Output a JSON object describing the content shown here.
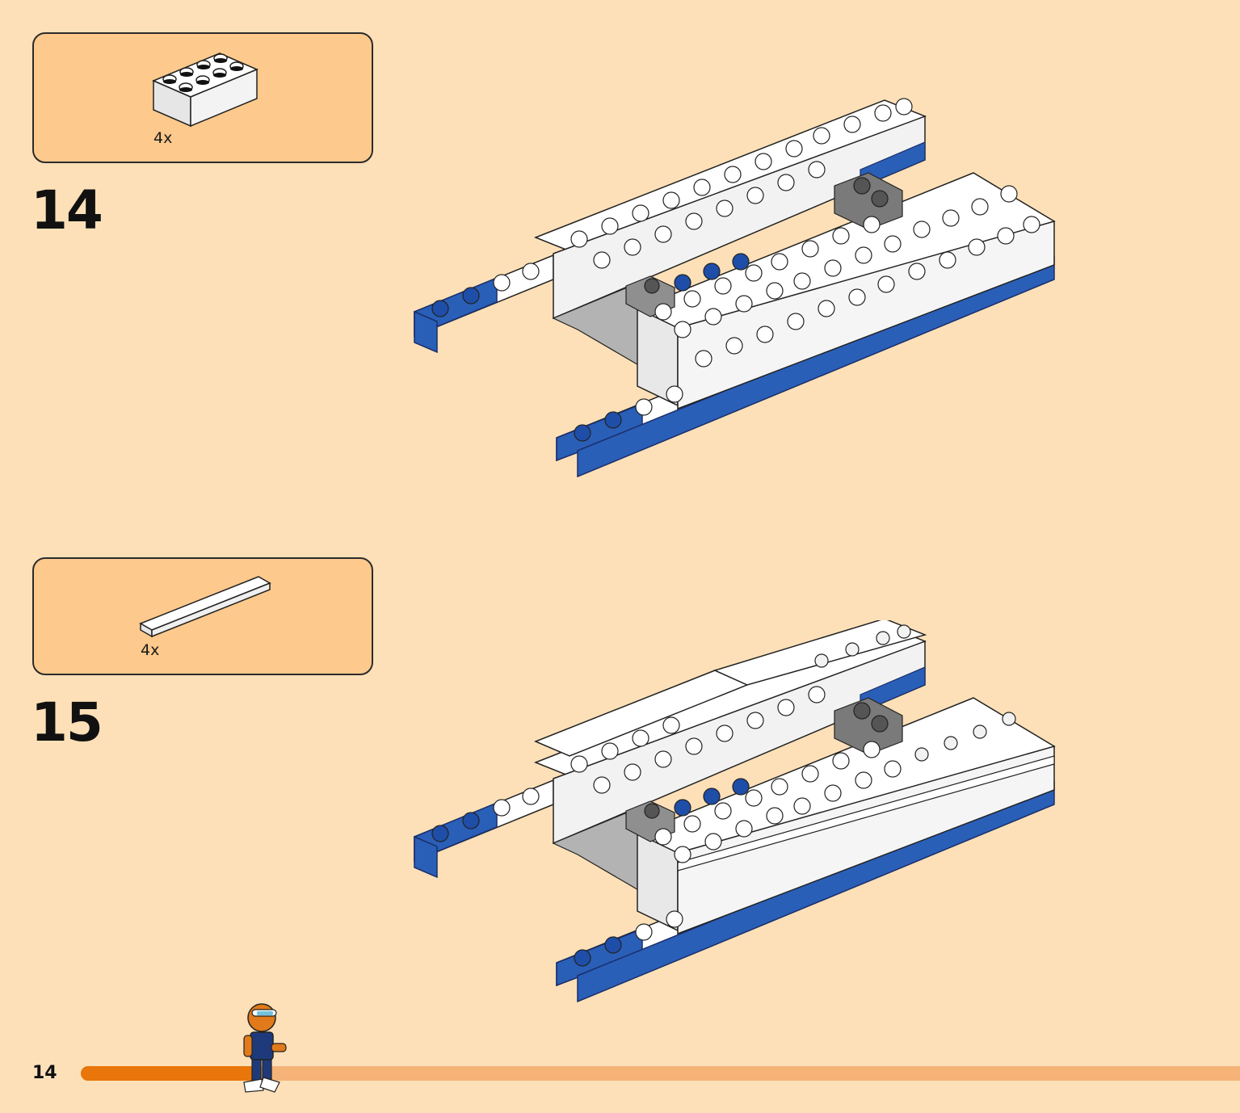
{
  "steps": [
    {
      "number": "14",
      "part_quantity": "4x",
      "part_icon": "white-2x4-brick-icon"
    },
    {
      "number": "15",
      "part_quantity": "4x",
      "part_icon": "white-1x6-tile-icon"
    }
  ],
  "footer": {
    "page_number": "14",
    "progress": 0.15,
    "progress_color": "#e8760a",
    "track_color": "#f5b378"
  },
  "colors": {
    "background": "#fde0b8",
    "parts_box": "#fdc98c",
    "brick_blue": "#2a5fb8",
    "brick_white": "#ffffff",
    "brick_gray": "#9a9a9a"
  }
}
